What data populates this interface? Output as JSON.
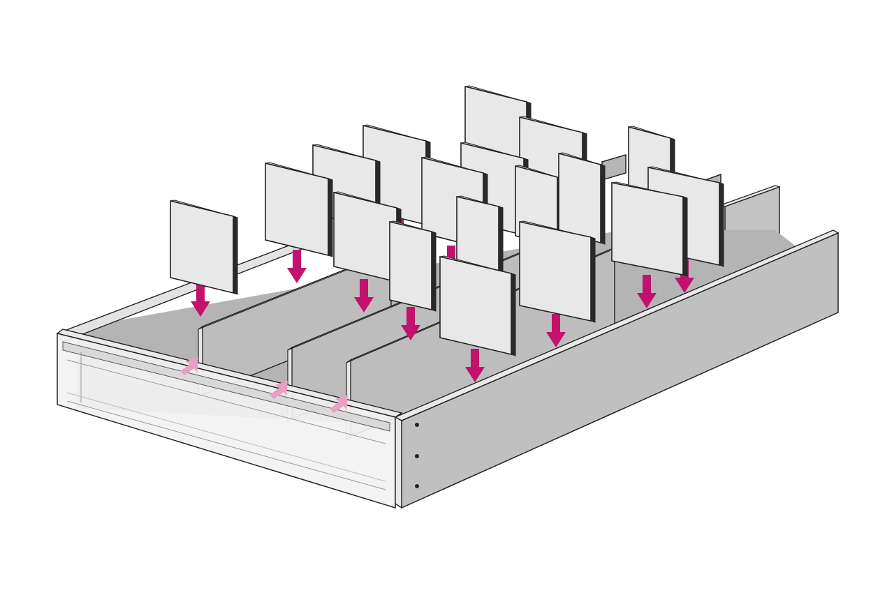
{
  "diagram": {
    "subject": "drawer-divider-assembly",
    "colors": {
      "board_face": "#bdbdbd",
      "board_face_dark": "#a9a9a9",
      "board_edge": "#e6e6e6",
      "panel_face": "#e8e8e8",
      "panel_edge": "#2a2a2a",
      "outline": "#222222",
      "glass": "#f1f1f1",
      "arrow": "#c2126e",
      "arrow_faded": "#ea9fc4"
    },
    "parts": {
      "long_dividers": 4,
      "cross_panels": 18,
      "insert_arrows": 13,
      "slot_arrows": 3
    },
    "icons": [
      "down-arrow-icon",
      "slot-arrow-icon",
      "screw-hole-icon"
    ]
  }
}
